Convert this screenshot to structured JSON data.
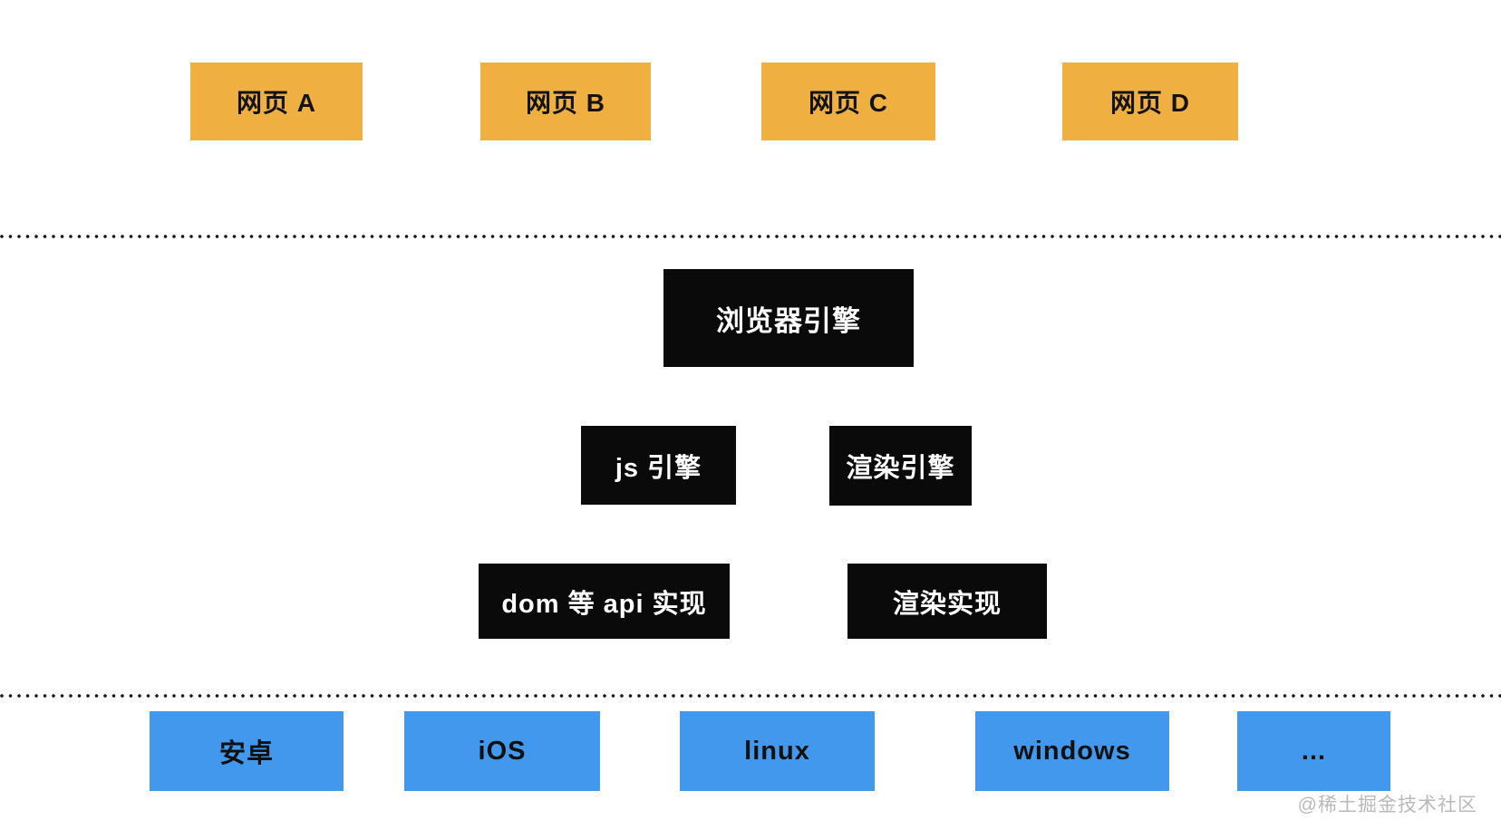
{
  "page": {
    "watermark": "@稀土掘金技术社区"
  },
  "colors": {
    "webpage_box": "#efb041",
    "engine_box": "#0a0a0a",
    "platform_box": "#4298ec",
    "divider_dot": "#151515",
    "box_text_dark": "#131313",
    "box_text_light": "#ffffff",
    "watermark_text": "#b9b9b9"
  },
  "layers": {
    "webpages": {
      "items": [
        {
          "label": "网页 A"
        },
        {
          "label": "网页 B"
        },
        {
          "label": "网页 C"
        },
        {
          "label": "网页 D"
        }
      ]
    },
    "engine": {
      "browser_engine": "浏览器引擎",
      "js_engine": "js 引擎",
      "render_engine": "渲染引擎",
      "dom_api_impl": "dom 等 api 实现",
      "render_impl": "渲染实现"
    },
    "platforms": {
      "items": [
        {
          "label": "安卓"
        },
        {
          "label": "iOS"
        },
        {
          "label": "linux"
        },
        {
          "label": "windows"
        },
        {
          "label": "..."
        }
      ]
    }
  }
}
